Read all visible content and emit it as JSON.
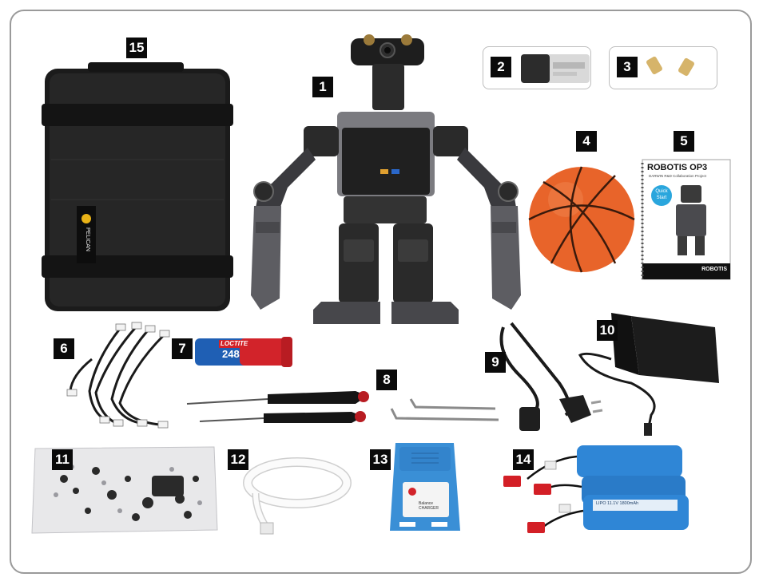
{
  "labels": {
    "n1": "1",
    "n2": "2",
    "n3": "3",
    "n4": "4",
    "n5": "5",
    "n6": "6",
    "n7": "7",
    "n8": "8",
    "n9": "9",
    "n10": "10",
    "n11": "11",
    "n12": "12",
    "n13": "13",
    "n14": "14",
    "n15": "15"
  },
  "manual": {
    "title": "ROBOTIS OP3",
    "subtitle": "DARWIN R&D Collaboration Project",
    "badge_line1": "Quick",
    "badge_line2": "Start",
    "footer": "ROBOTIS"
  },
  "loctite": {
    "brand": "LOCTITE",
    "number": "248"
  },
  "case_label": "PELICAN",
  "charger_text": "Balance CHARGER",
  "battery_text": "LIPO 11.1V 1800mAh",
  "colors": {
    "accent_black": "#0a0a0a",
    "ball_orange": "#e8642a",
    "charger_blue": "#3a8fd6",
    "battery_blue": "#2f86d6",
    "loctite_blue": "#1f5fb4",
    "loctite_red": "#d2232a",
    "badge_blue": "#2aa6dd",
    "frame_gray": "#9a9a9a"
  }
}
